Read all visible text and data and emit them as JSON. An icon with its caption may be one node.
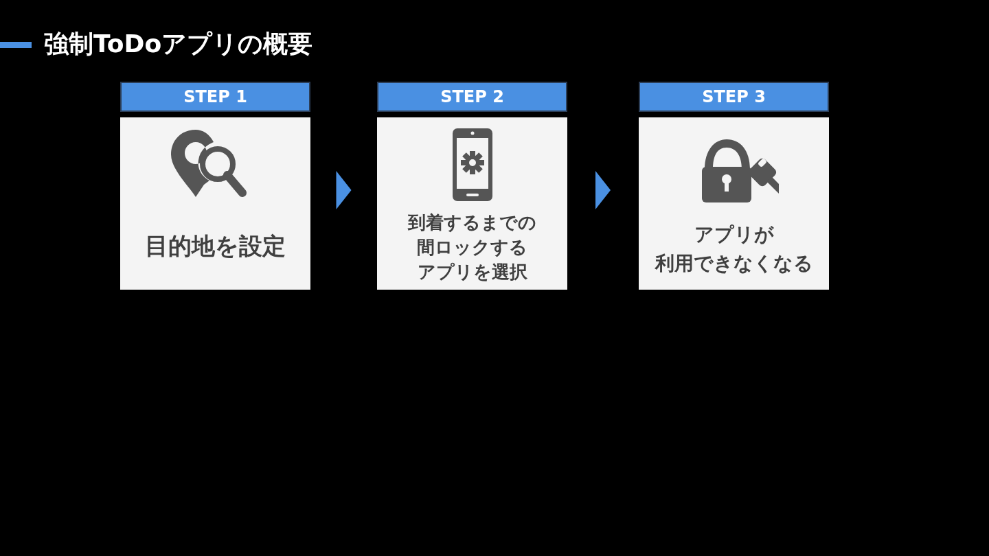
{
  "diagram": {
    "title": "強制ToDoアプリの概要",
    "nodes": [
      {
        "text": [
          "STEP 1",
          "目的地を設定"
        ]
      },
      {
        "text": [
          "STEP 2",
          "到着するまでの間ロックするアプリを選択"
        ]
      },
      {
        "text": [
          "STEP 3",
          "アプリが利用できなくなる"
        ]
      }
    ],
    "edges": [
      {
        "from": 0,
        "to": 1,
        "arrow": "to"
      },
      {
        "from": 1,
        "to": 2,
        "arrow": "to"
      }
    ]
  }
}
